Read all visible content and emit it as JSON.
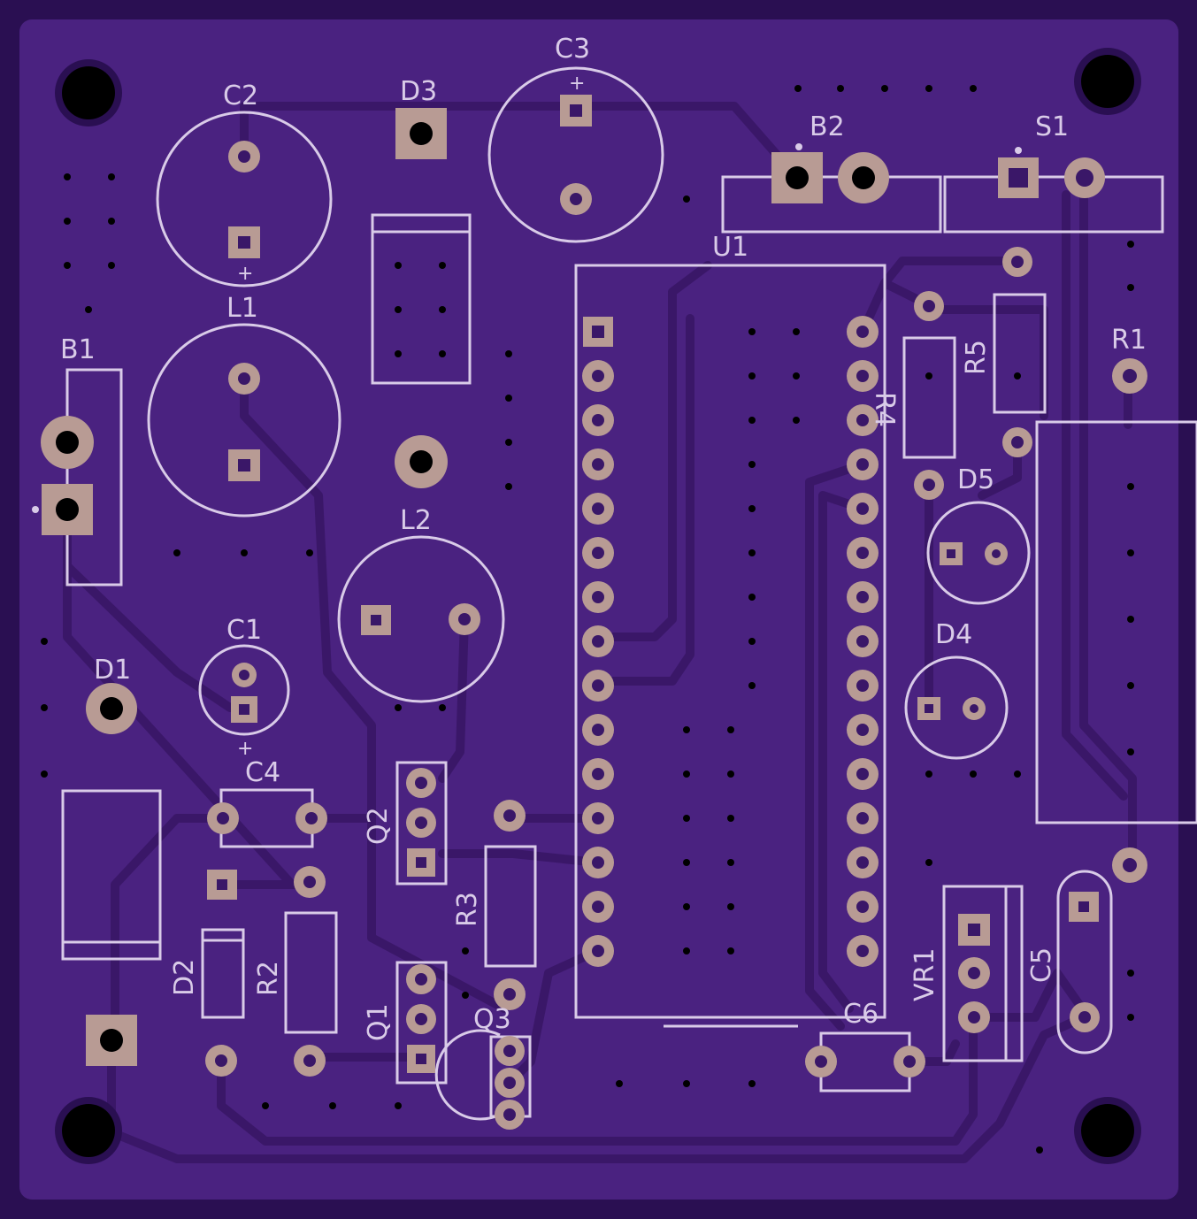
{
  "board": {
    "colors": {
      "board": "#3e1a6e",
      "board_edge": "#2a0f52",
      "copper_pour": "#4a2280",
      "trace": "#3a1768",
      "silkscreen": "#d9cbe8",
      "pad": "#b89b94",
      "drill": "#000000"
    }
  },
  "labels": {
    "c2": "C2",
    "d3": "D3",
    "c3": "C3",
    "c3_plus": "+",
    "b2": "B2",
    "s1": "S1",
    "l1": "L1",
    "c2_plus": "+",
    "b1": "B1",
    "u1": "U1",
    "r4": "R4",
    "r5": "R5",
    "r1": "R1",
    "l2": "L2",
    "d5": "D5",
    "c1": "C1",
    "d1": "D1",
    "d4": "D4",
    "c1_plus": "+",
    "c4": "C4",
    "q2": "Q2",
    "r3": "R3",
    "vr1": "VR1",
    "c5": "C5",
    "d2": "D2",
    "r2": "R2",
    "q1": "Q1",
    "q3": "Q3",
    "c6": "C6"
  }
}
